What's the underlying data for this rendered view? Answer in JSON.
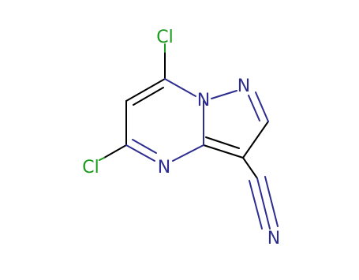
{
  "molecule": {
    "atom_labels": {
      "cl_top": "Cl",
      "cl_left": "Cl",
      "n_bridge": "N",
      "n_pyrazole": "N",
      "n_pyrimidine": "N",
      "n_nitrile": "N"
    },
    "colors": {
      "bond": "#000000",
      "nitrogen": "#2d2d8f",
      "chlorine": "#1a9a1a",
      "background": "#ffffff"
    }
  }
}
